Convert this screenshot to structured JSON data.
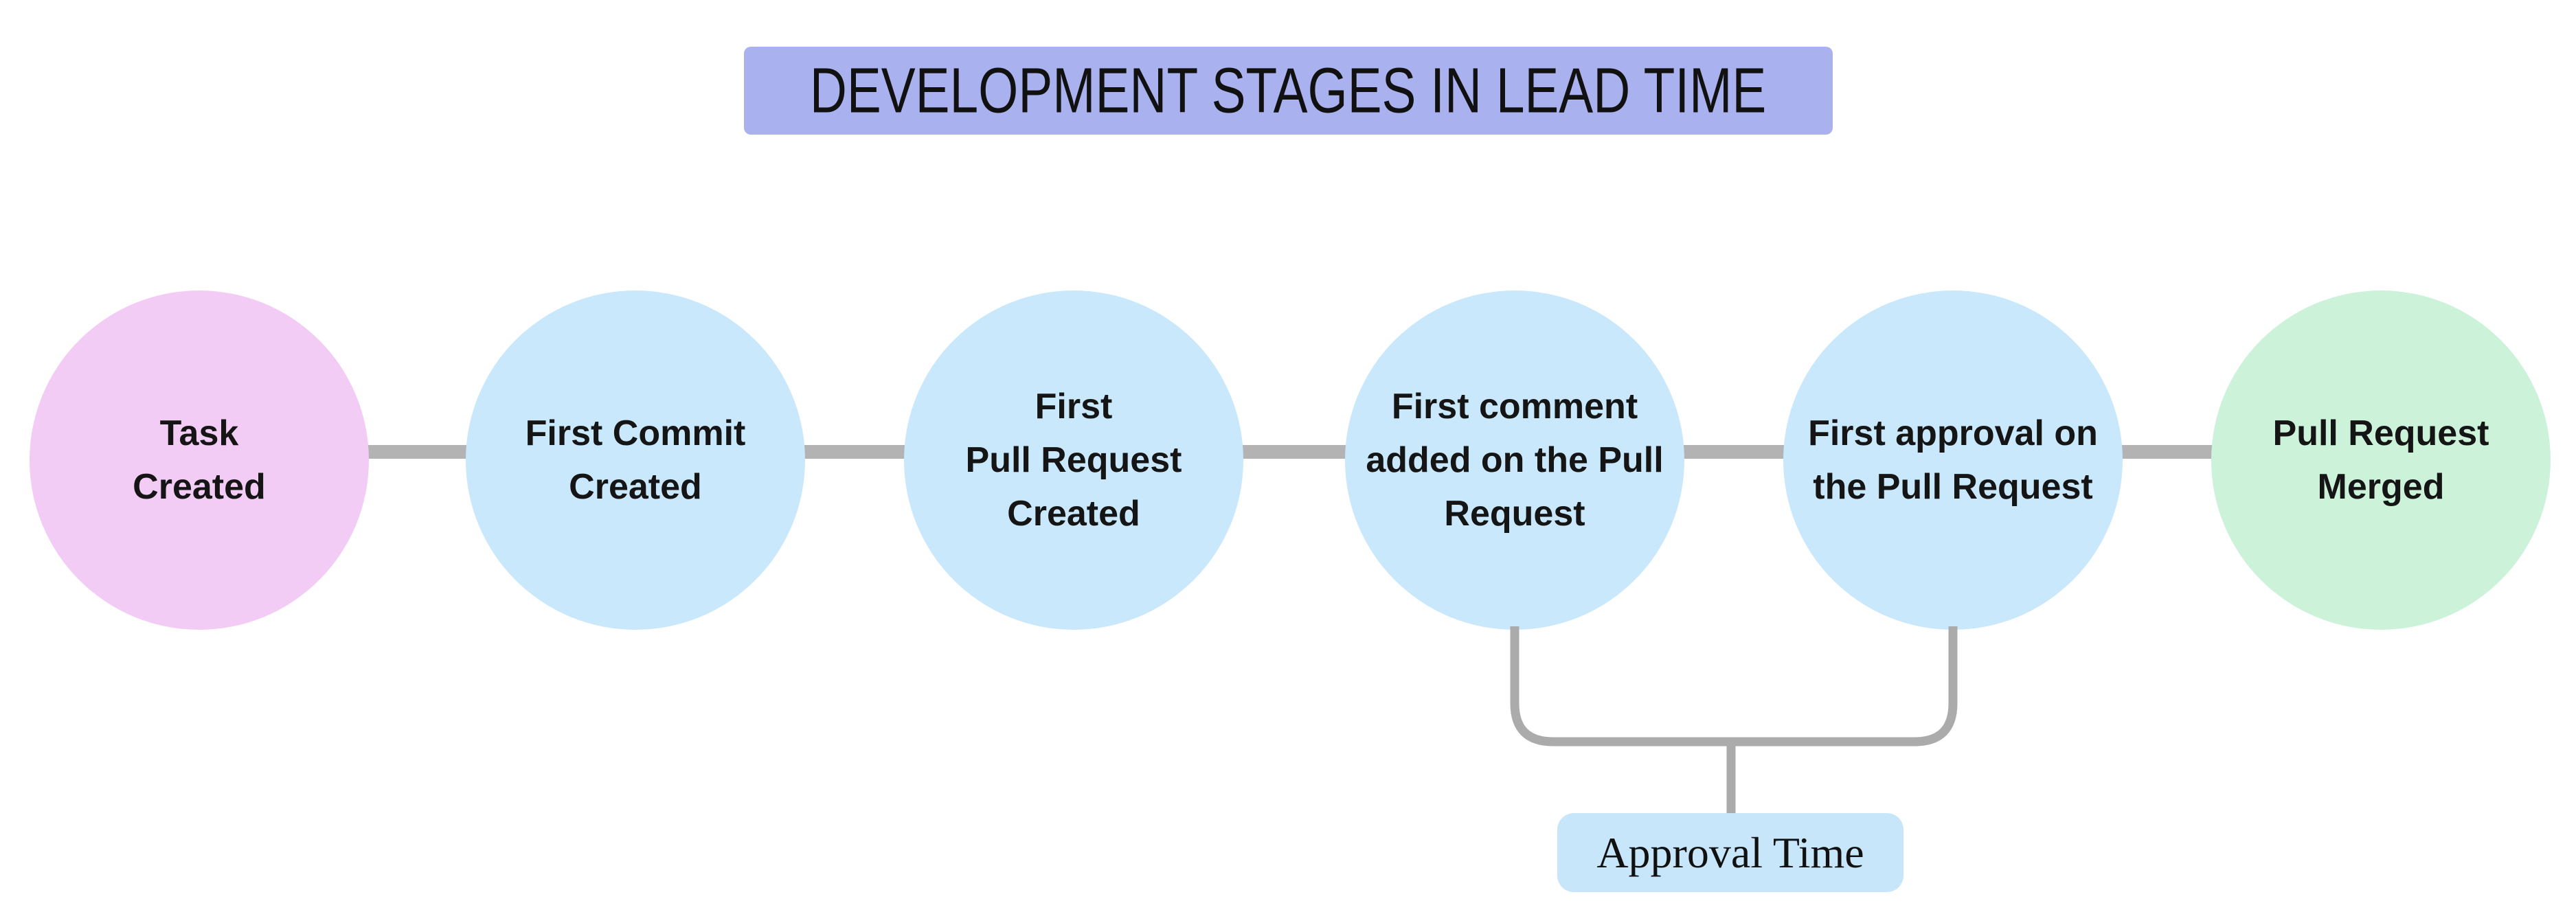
{
  "title": "DEVELOPMENT STAGES IN LEAD TIME",
  "colors": {
    "title_bg": "#a9b2ee",
    "stage_pink": "#f3ccf6",
    "stage_blue": "#c9e8fc",
    "stage_green": "#ccf2da",
    "connector": "#b3b3b3",
    "bracket": "#ababab",
    "annotation_bg": "#c8e6fa"
  },
  "stages": [
    {
      "label": "Task\nCreated",
      "color": "#f3ccf6"
    },
    {
      "label": "First Commit\nCreated",
      "color": "#c9e8fc"
    },
    {
      "label": "First\nPull Request\nCreated",
      "color": "#c9e8fc"
    },
    {
      "label": "First comment\nadded on the Pull\nRequest",
      "color": "#c9e8fc"
    },
    {
      "label": "First approval on\nthe Pull Request",
      "color": "#c9e8fc"
    },
    {
      "label": "Pull Request\nMerged",
      "color": "#ccf2da"
    }
  ],
  "annotation": {
    "label": "Approval Time"
  }
}
